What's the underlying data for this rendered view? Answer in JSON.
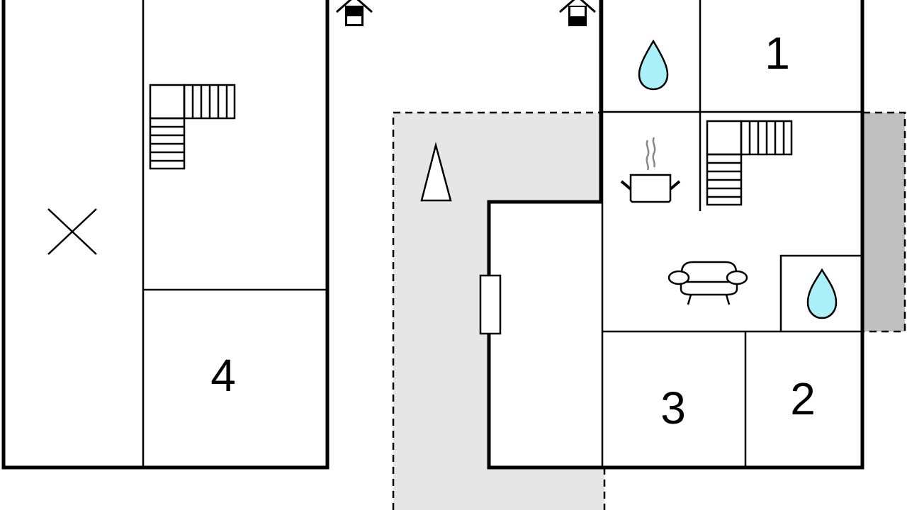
{
  "floorplan": {
    "rooms": [
      {
        "label": "1",
        "type": "bedroom"
      },
      {
        "label": "2",
        "type": "bedroom"
      },
      {
        "label": "3",
        "type": "bedroom"
      },
      {
        "label": "4",
        "type": "bedroom"
      }
    ],
    "icons": [
      "entrance-icon",
      "entrance-icon",
      "stairs-icon",
      "stairs-icon",
      "water-drop-icon",
      "water-drop-icon",
      "kitchen-pot-icon",
      "sofa-icon",
      "tree-icon",
      "cross-icon",
      "window-icon"
    ],
    "colors": {
      "terrace": "#e6e6e6",
      "terrace_dark": "#c0c0c0",
      "water": "#aaf0f8"
    }
  }
}
